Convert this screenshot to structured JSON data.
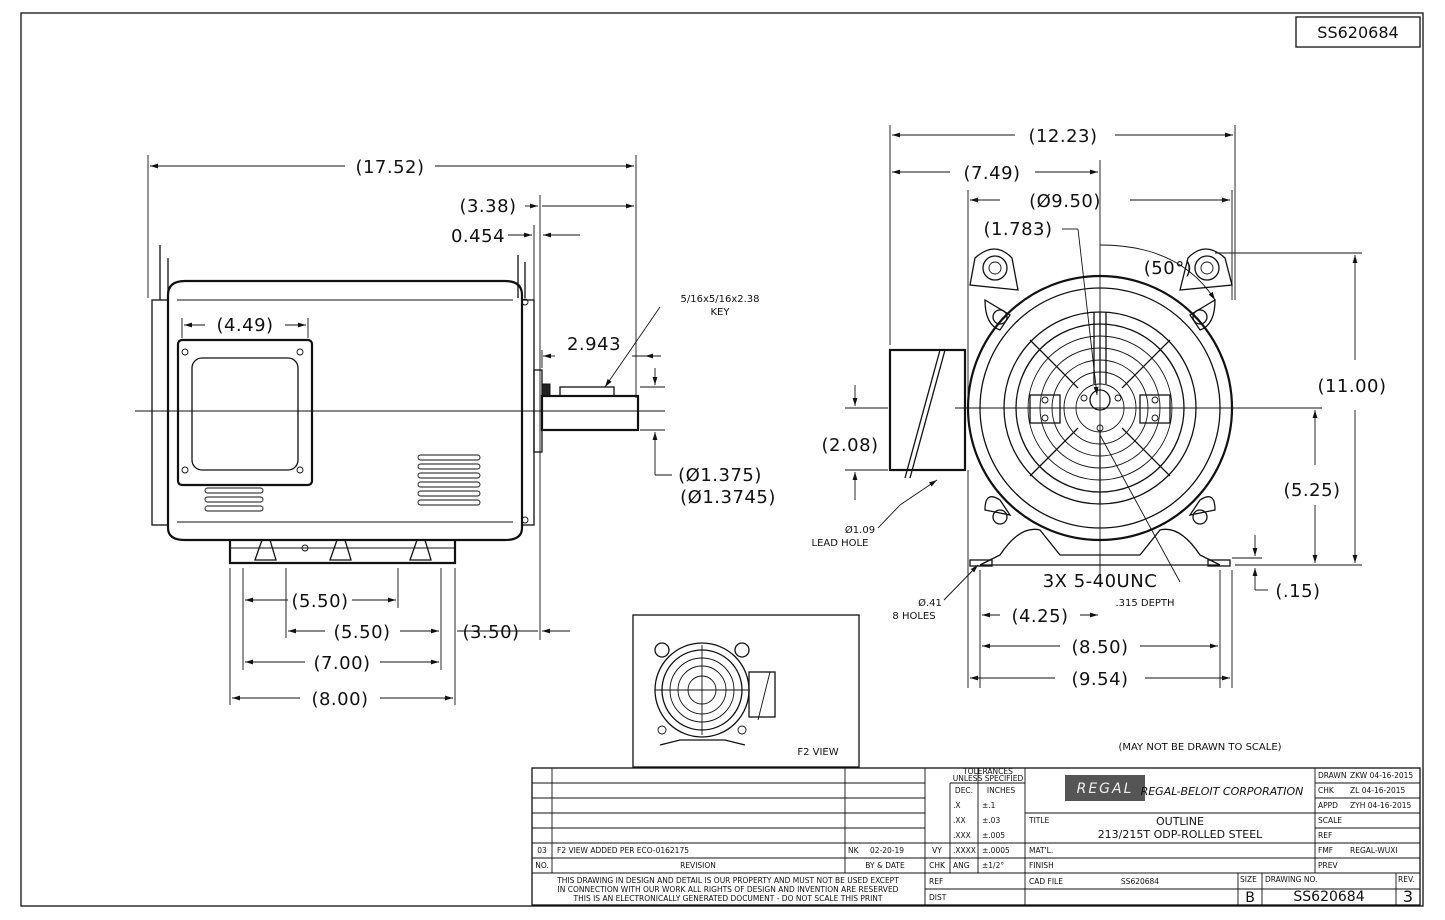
{
  "drawing_id": "SS620684",
  "side_view": {
    "overall_length": "(17.52)",
    "shaft_extension": "(3.38)",
    "shoulder_offset": "0.454",
    "conduit_box_width": "(4.49)",
    "key_note_line1": "5/16x5/16x2.38",
    "key_note_line2": "KEY",
    "key_length": "2.943",
    "shaft_dia_1": "(Ø1.375)",
    "shaft_dia_2": "(Ø1.3745)",
    "foot_hole_spacing_a": "(5.50)",
    "foot_hole_spacing_b": "(5.50)",
    "foot_end_distance": "(3.50)",
    "foot_span": "(7.00)",
    "foot_length": "(8.00)"
  },
  "end_view": {
    "overall_width": "(12.23)",
    "center_to_box": "(7.49)",
    "frame_dia": "(Ø9.50)",
    "bolt_circle_radius": "(1.783)",
    "lifting_angle": "(50°)",
    "overall_height": "(11.00)",
    "conduit_height": "(2.08)",
    "shaft_height": "(5.25)",
    "foot_thickness": "(.15)",
    "lead_hole_line1": "Ø1.09",
    "lead_hole_line2": "LEAD HOLE",
    "mount_holes_line1": "Ø.41",
    "mount_holes_line2": "8 HOLES",
    "tapped_holes": "3X  5-40UNC",
    "tapped_depth": ".315 DEPTH",
    "half_mount": "(4.25)",
    "mount_spacing": "(8.50)",
    "base_width": "(9.54)"
  },
  "inset": {
    "label": "F2  VIEW"
  },
  "scale_note": "(MAY NOT BE DRAWN TO SCALE)",
  "title_block": {
    "revision": {
      "rev": "03",
      "description": "F2 VIEW ADDED PER ECO-0162175",
      "by": "NK",
      "date": "02-20-19",
      "chk": "VY",
      "hdr_no": "NO.",
      "hdr_revision": "REVISION",
      "hdr_by_date": "BY & DATE",
      "hdr_chk": "CHK"
    },
    "tolerances": {
      "title1": "TOLERANCES",
      "title2": "UNLESS SPECIFIED",
      "col_dec": "DEC.",
      "col_inches": "INCHES",
      "rows": [
        {
          "dec": ".X",
          "tol": "±.1"
        },
        {
          "dec": ".XX",
          "tol": "±.03"
        },
        {
          "dec": ".XXX",
          "tol": "±.005"
        },
        {
          "dec": ".XXXX",
          "tol": "±.0005"
        },
        {
          "dec": "ANG",
          "tol": "±1/2°"
        }
      ]
    },
    "company_logo": "REGAL",
    "company_name": "REGAL-BELOIT CORPORATION",
    "title_label": "TITLE",
    "title_line1": "OUTLINE",
    "title_line2": "213/215T ODP-ROLLED STEEL",
    "matl_label": "MAT'L.",
    "finish_label": "FINISH",
    "cad_file_label": "CAD FILE",
    "cad_file": "SS620684",
    "size_label": "SIZE",
    "size": "B",
    "drawing_no_label": "DRAWING NO.",
    "drawing_no": "SS620684",
    "rev_label": "REV.",
    "rev": "3",
    "ref_label": "REF",
    "dist_label": "DIST",
    "right_rows": [
      {
        "label": "DRAWN",
        "value": "ZKW  04-16-2015"
      },
      {
        "label": "CHK",
        "value": "ZL  04-16-2015"
      },
      {
        "label": "APPD",
        "value": "ZYH  04-16-2015"
      },
      {
        "label": "SCALE",
        "value": ""
      },
      {
        "label": "REF",
        "value": ""
      },
      {
        "label": "FMF",
        "value": "REGAL-WUXI"
      },
      {
        "label": "PREV",
        "value": ""
      }
    ],
    "disclaimer_line1": "THIS DRAWING IN DESIGN AND DETAIL IS OUR PROPERTY AND MUST NOT BE USED EXCEPT",
    "disclaimer_line2": "IN CONNECTION WITH OUR WORK ALL RIGHTS OF DESIGN AND INVENTION ARE RESERVED",
    "disclaimer_line3": "THIS IS AN ELECTRONICALLY GENERATED DOCUMENT - DO NOT SCALE THIS PRINT"
  }
}
